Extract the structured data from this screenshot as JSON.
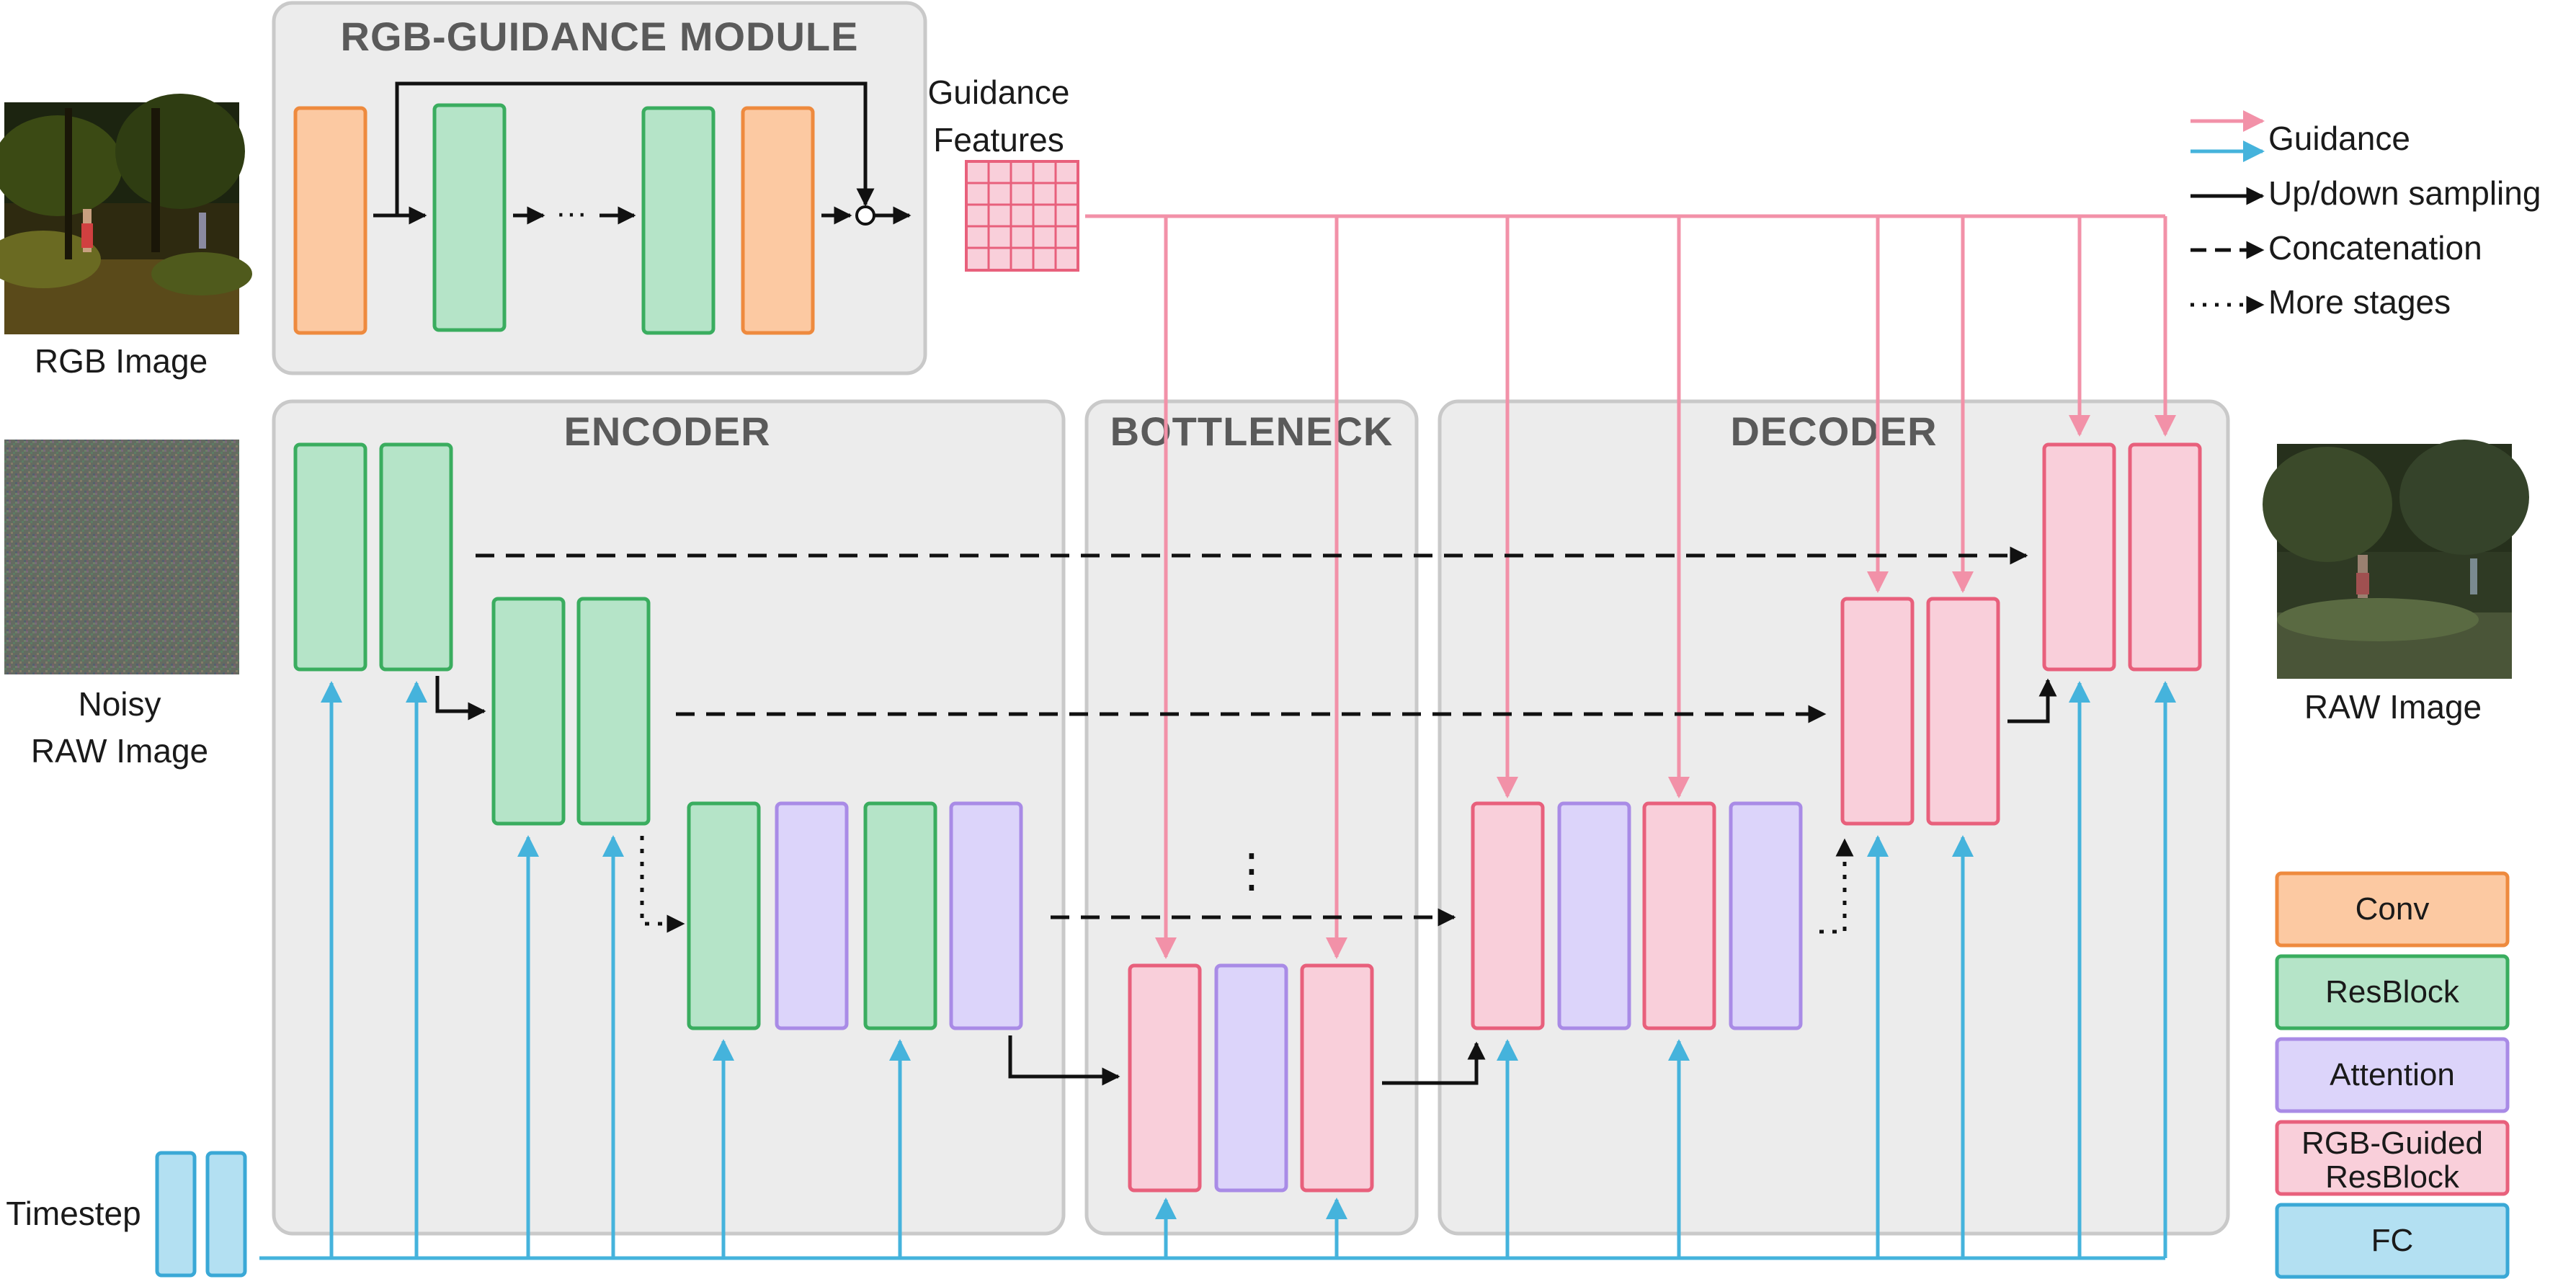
{
  "modules": {
    "rgb_guidance": "RGB-GUIDANCE MODULE",
    "encoder": "ENCODER",
    "bottleneck": "BOTTLENECK",
    "decoder": "DECODER"
  },
  "labels": {
    "rgb_image": "RGB Image",
    "noisy_raw_line1": "Noisy",
    "noisy_raw_line2": "RAW Image",
    "raw_image": "RAW Image",
    "timestep": "Timestep",
    "guidance_features_line1": "Guidance",
    "guidance_features_line2": "Features",
    "ellipsis": "···",
    "vertical_dots": "⋮"
  },
  "legend_arrows": [
    {
      "style": "guidance",
      "label": "Guidance"
    },
    {
      "style": "solid",
      "label": "Up/down sampling"
    },
    {
      "style": "dashed",
      "label": "Concatenation"
    },
    {
      "style": "dotted",
      "label": "More stages"
    }
  ],
  "legend_blocks": [
    {
      "type": "conv",
      "label": "Conv"
    },
    {
      "type": "resblock",
      "label": "ResBlock"
    },
    {
      "type": "attention",
      "label": "Attention"
    },
    {
      "type": "rgbguided",
      "label_line1": "RGB-Guided",
      "label_line2": "ResBlock"
    },
    {
      "type": "fc",
      "label": "FC"
    }
  ],
  "colors": {
    "conv_fill": "#fcc9a2",
    "conv_stroke": "#ee8a3e",
    "res_fill": "#b5e4c8",
    "res_stroke": "#3aad5f",
    "att_fill": "#dcd4fa",
    "att_stroke": "#a98be6",
    "rgr_fill": "#f9cfda",
    "rgr_stroke": "#e8607c",
    "fc_fill": "#b3e0f2",
    "fc_stroke": "#3aa8d6",
    "guidance_pink": "#f291a8",
    "timestep_blue": "#45b3dc",
    "panel_fill": "#ececec",
    "panel_stroke": "#c9c9c9"
  }
}
